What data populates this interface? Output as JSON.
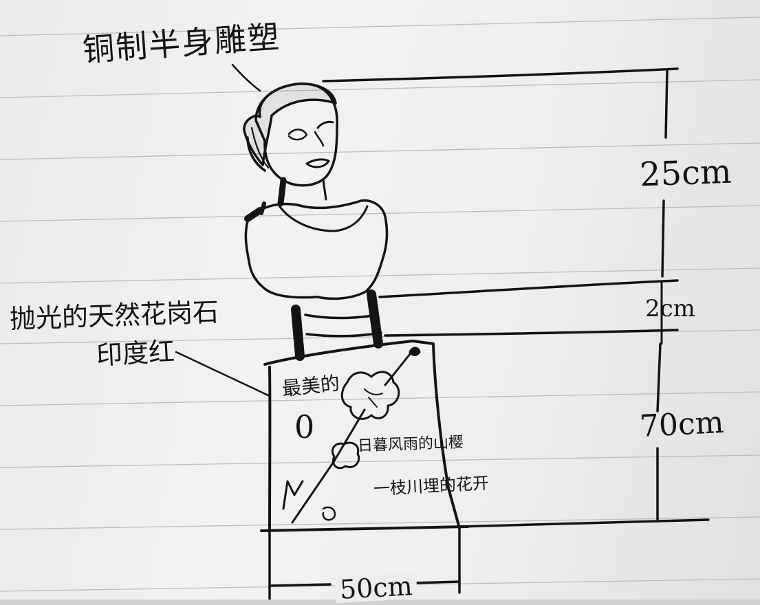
{
  "title_label": "铜制半身雕塑",
  "dimensions": {
    "head_height": "25cm",
    "neck_height": "2cm",
    "plinth_height": "70cm",
    "plinth_width": "50cm"
  },
  "stone_label": {
    "line1": "抛光的天然花岗石",
    "line2": "印度红"
  },
  "plinth_text": {
    "title": "最美的",
    "number": "0",
    "poem_line1": "日暮风雨的山樱",
    "poem_line2": "一枝川埋的花开"
  },
  "colors": {
    "paper": "#eeefef",
    "ink": "#141414",
    "ruled_line": "#b9bcbf"
  }
}
